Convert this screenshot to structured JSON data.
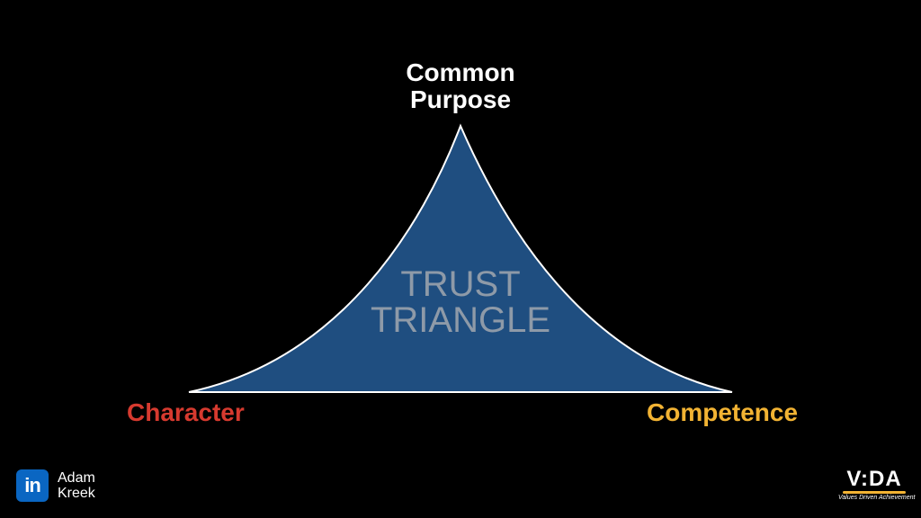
{
  "diagram": {
    "top_label": [
      "Common",
      "Purpose"
    ],
    "left_label": "Character",
    "right_label": "Competence",
    "center_label": [
      "TRUST",
      "TRIANGLE"
    ]
  },
  "colors": {
    "background": "#000000",
    "triangle_fill": "#1f4e80",
    "triangle_stroke": "#ffffff",
    "top_label": "#ffffff",
    "left_label": "#d63a2f",
    "right_label": "#f2b333",
    "center_label": "#8e9aa8",
    "linkedin_blue": "#0a66c2",
    "vida_accent": "#f2b333"
  },
  "branding": {
    "linkedin_icon_text": "in",
    "linkedin_icon": "linkedin-icon",
    "person_name": [
      "Adam",
      "Kreek"
    ],
    "logo_word": "V:DA",
    "logo_tagline": "Values Driven Achievement"
  }
}
